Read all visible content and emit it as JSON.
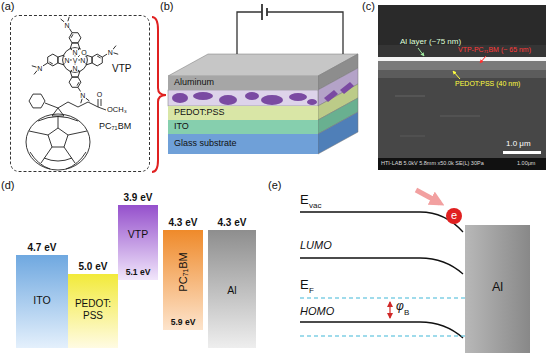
{
  "diagram": {
    "nodes": [
      {
        "text": [
          "VTP",
          "PC₇₁BM"
        ]
      },
      {
        "text": [
          "Aluminum"
        ]
      },
      {
        "text": [
          "PEDOT:PSS"
        ]
      },
      {
        "text": [
          "ITO"
        ]
      },
      {
        "text": [
          "Glass substrate"
        ]
      },
      {
        "text": [
          "4.7 eV",
          "ITO"
        ]
      },
      {
        "text": [
          "5.0 eV",
          "PEDOT: PSS"
        ]
      },
      {
        "text": [
          "3.9 eV",
          "VTP",
          "5.1 eV"
        ]
      },
      {
        "text": [
          "4.3 eV",
          "PC₇₁BM",
          "5.9 eV"
        ]
      },
      {
        "text": [
          "4.3 eV",
          "Al"
        ]
      },
      {
        "text": [
          "e"
        ]
      },
      {
        "text": [
          "Al"
        ]
      }
    ],
    "labels": [
      "(a)",
      "(b)",
      "(c)",
      "(d)",
      "(e)",
      "V",
      "O",
      "N",
      "N",
      "N",
      "N",
      "N",
      "N",
      "N",
      "N",
      "O",
      "OCH₃",
      "Al layer (~75 nm)",
      "VTP-PC₇₁BM (~ 65 nm)",
      "PEDOT:PSS (40 nm)",
      "1.0 μm",
      "HTI-LAB 5.0kV 5.8mm x50.0k SE(L) 30Pa",
      "1.00μm",
      "E",
      "vac",
      "LUMO",
      "E",
      "F",
      "HOMO",
      "φ",
      "B"
    ]
  }
}
